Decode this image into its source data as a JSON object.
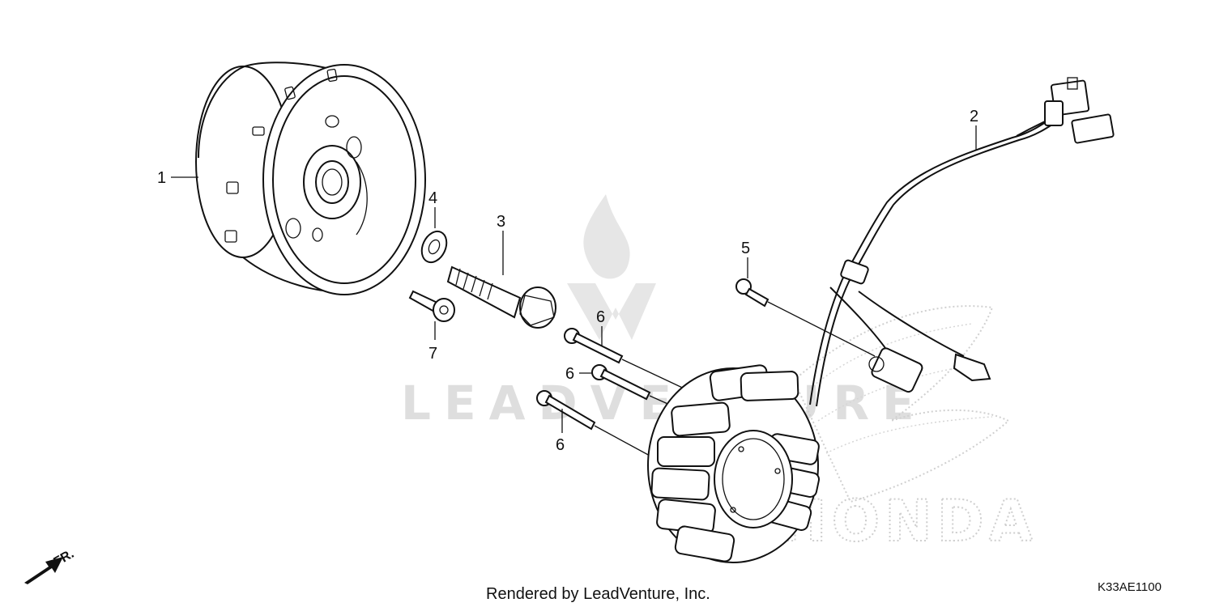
{
  "callouts": {
    "flywheel": "1",
    "harness": "2",
    "bolt": "3",
    "washer": "4",
    "screw": "5",
    "stator_bolt_a": "6",
    "stator_bolt_b": "6",
    "stator_bolt_c": "6",
    "small_bolt": "7"
  },
  "footer": {
    "rendered_by": "Rendered by LeadVenture, Inc.",
    "diagram_code": "K33AE1100"
  },
  "direction_marker": {
    "label": "FR."
  },
  "watermark": {
    "text": "LEADVENTURE",
    "brand": "HONDA"
  }
}
